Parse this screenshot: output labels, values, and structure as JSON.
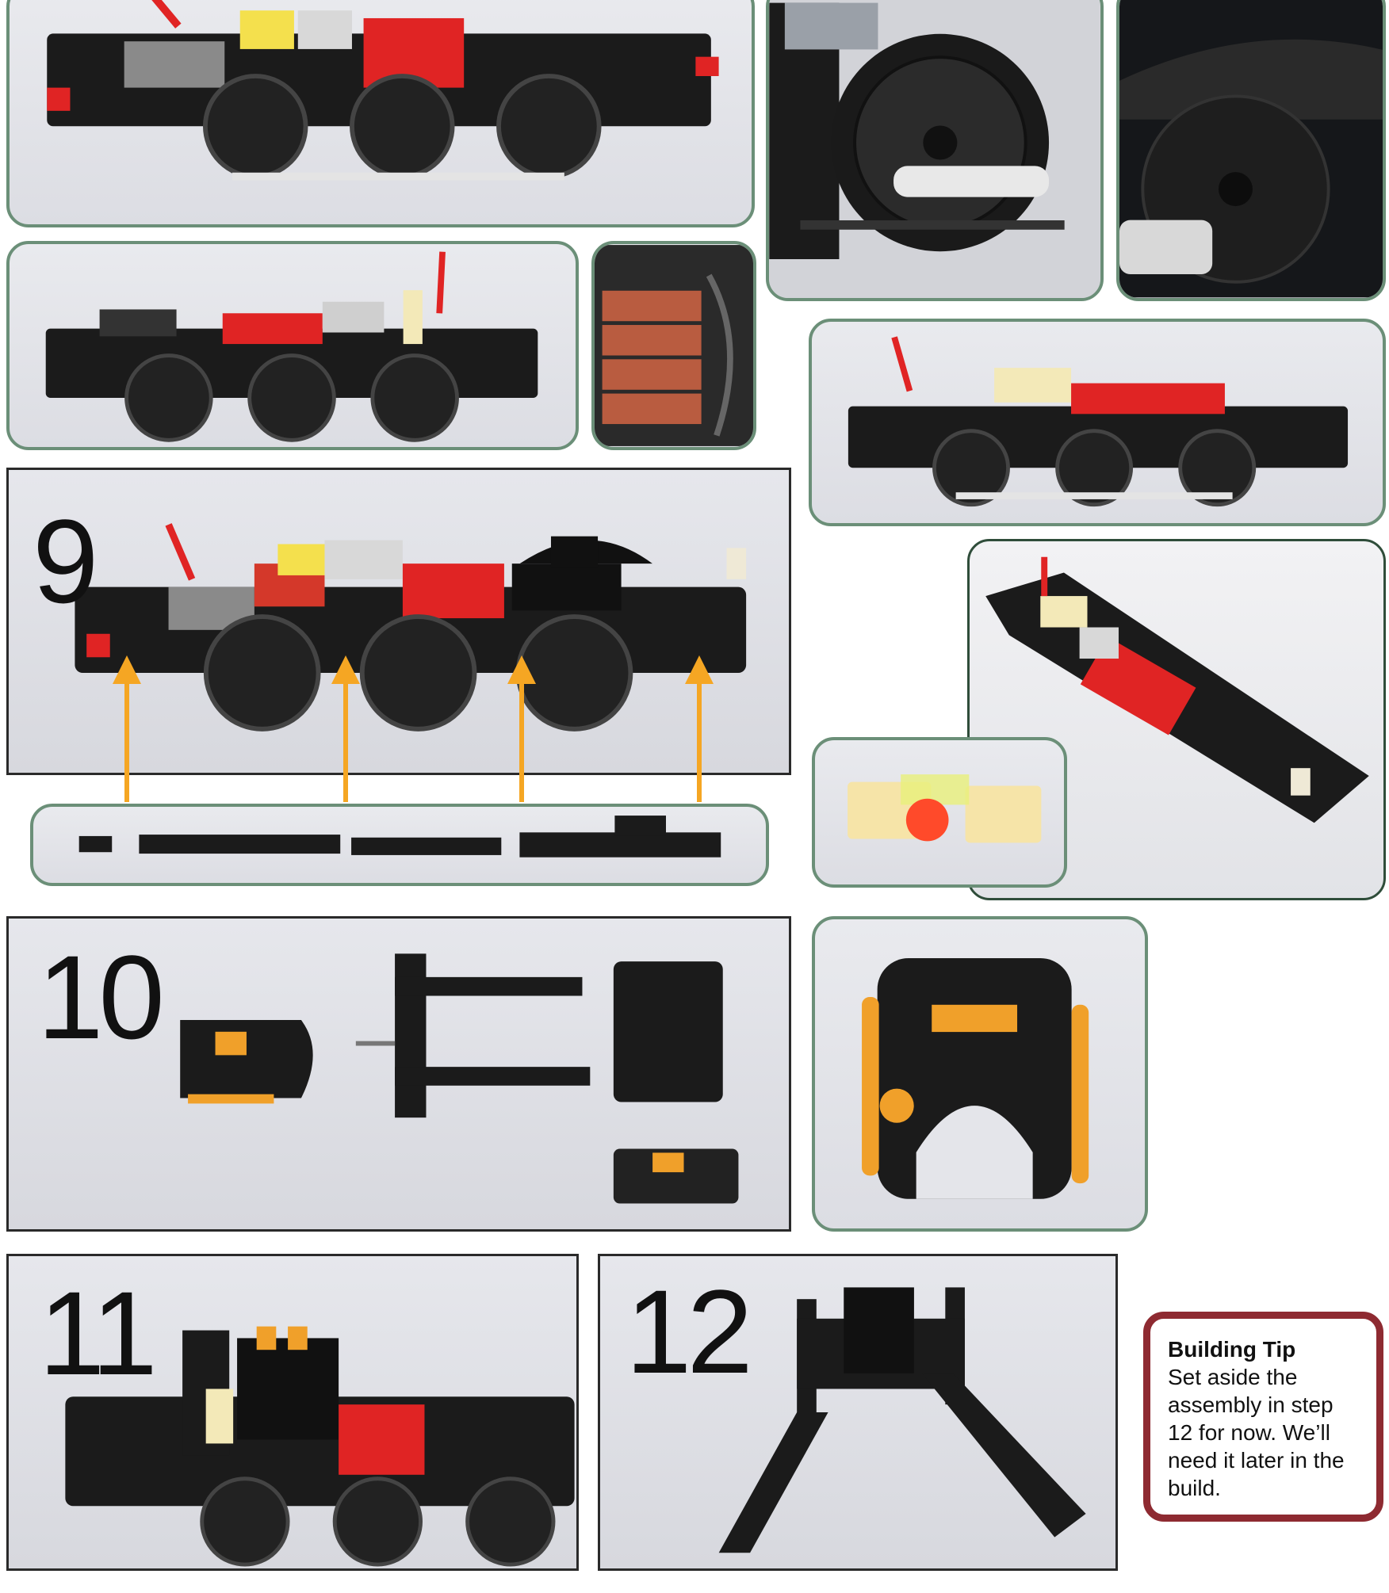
{
  "steps": {
    "step9": "9",
    "step10": "10",
    "step11": "11",
    "step12": "12"
  },
  "building_tip": {
    "title": "Building Tip",
    "body": "Set aside the assembly in step 12 for now. We’ll need it later in the build."
  },
  "colors": {
    "panel_border_green": "#6b8f78",
    "tip_border": "#8e2a31",
    "arrow": "#f5a623",
    "brick_black": "#1b1b1b",
    "brick_red": "#e02424",
    "brick_gray": "#8a8a8a"
  }
}
